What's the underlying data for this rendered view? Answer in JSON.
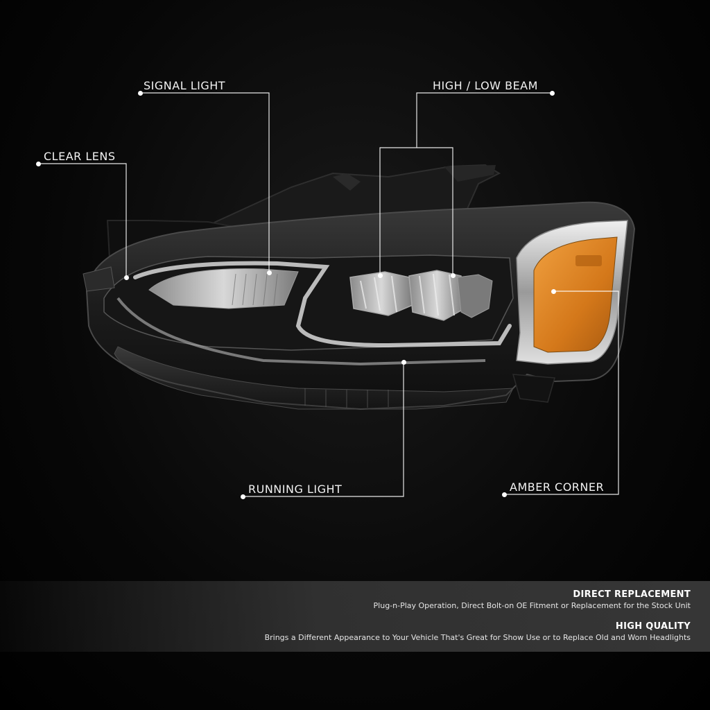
{
  "callouts": {
    "signal_light": "SIGNAL LIGHT",
    "high_low_beam": "HIGH / LOW BEAM",
    "clear_lens": "CLEAR LENS",
    "running_light": "RUNNING LIGHT",
    "amber_corner": "AMBER CORNER"
  },
  "features": [
    {
      "title": "DIRECT REPLACEMENT",
      "desc": "Plug-n-Play Operation, Direct Bolt-on OE Fitment or Replacement for the Stock Unit"
    },
    {
      "title": "HIGH QUALITY",
      "desc": "Brings a Different Appearance to Your Vehicle That's Great for Show Use or to Replace Old and Worn Headlights"
    }
  ],
  "colors": {
    "background": "#000000",
    "amber": "#d4781a",
    "chrome": "#c9c9c9",
    "callout_line": "#ffffff"
  }
}
